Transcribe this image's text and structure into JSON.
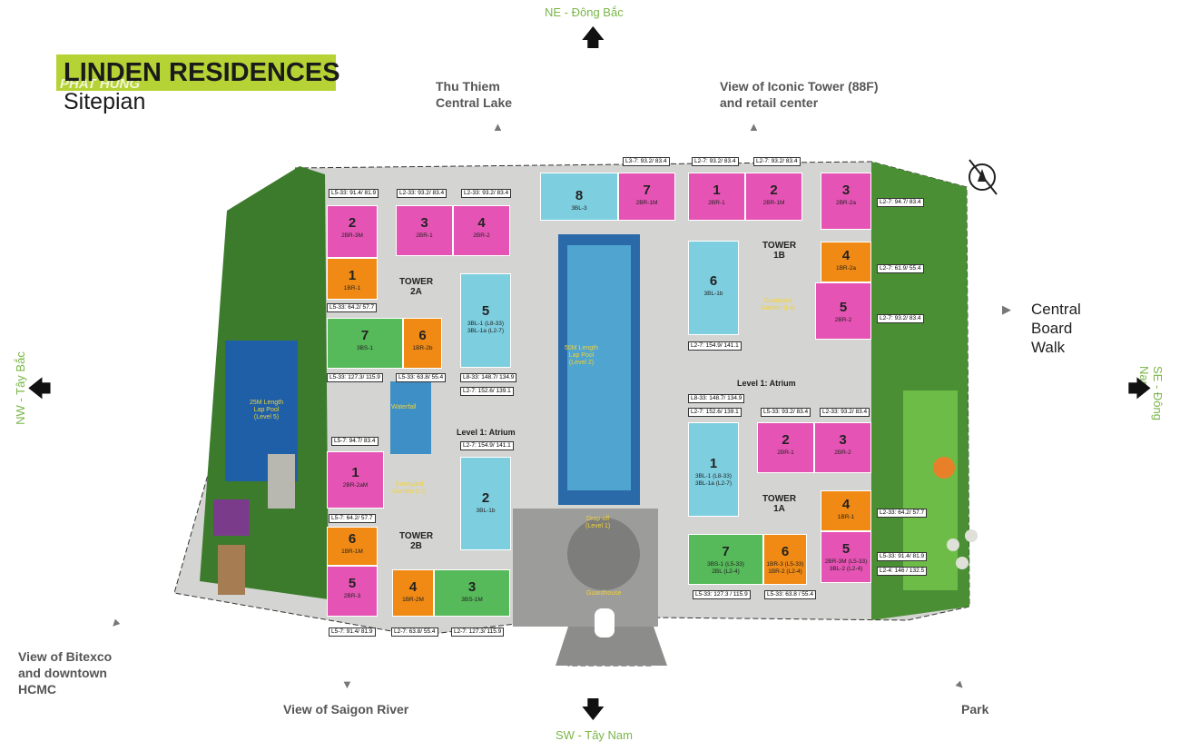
{
  "brand": {
    "watermark": "PHAT HUNG",
    "title": "LINDEN RESIDENCES",
    "subtitle": "Sitepian",
    "accent": "#b5d334"
  },
  "directions": {
    "ne": "NE - Đông Bắc",
    "sw": "SW - Tây Nam",
    "nw": "NW - Tây Bắc",
    "se": "SE - Đông Nam"
  },
  "views": {
    "lake": "Thu Thiem\nCentral Lake",
    "iconic": "View of Iconic Tower (88F)\nand retail center",
    "boardwalk": "Central\nBoard\nWalk",
    "bitexco": "View of Bitexco\nand downtown\nHCMC",
    "river": "View of Saigon River",
    "park": "Park"
  },
  "towers": {
    "t2a": "TOWER\n2A",
    "t2b": "TOWER\n2B",
    "t1b": "TOWER\n1B",
    "t1a": "TOWER\n1A"
  },
  "amenities": {
    "atrium_left": "Level 1: Atrium",
    "atrium_right": "Level 1: Atrium",
    "pool_left": "25M Length\nLap Pool\n(Level 5)",
    "pool_center": "50M Length\nLap Pool\n(Level 2)",
    "waterfall": "Waterfall",
    "courtyard_l5": "Courtyard\nGarden (L5)",
    "courtyard_l4": "Courtyard\nGarden (L4)",
    "dropoff": "Drop-off\n(Level 1)",
    "guardhouse": "Guardhouse"
  },
  "units": [
    {
      "n": "2",
      "t": "2BR-3M",
      "c": "pink"
    },
    {
      "n": "1",
      "t": "1BR-1",
      "c": "orange"
    },
    {
      "n": "3",
      "t": "2BR-1",
      "c": "pink"
    },
    {
      "n": "4",
      "t": "2BR-2",
      "c": "pink"
    },
    {
      "n": "5",
      "t": "3BL-1 (L8-33)\n3BL-1a (L2-7)",
      "c": "blue"
    },
    {
      "n": "7",
      "t": "3BS-1",
      "c": "green"
    },
    {
      "n": "6",
      "t": "1BR-2b",
      "c": "orange"
    },
    {
      "n": "1",
      "t": "2BR-2aM",
      "c": "pink"
    },
    {
      "n": "2",
      "t": "3BL-1b",
      "c": "blue"
    },
    {
      "n": "6",
      "t": "1BR-1M",
      "c": "orange"
    },
    {
      "n": "5",
      "t": "2BR-3",
      "c": "pink"
    },
    {
      "n": "4",
      "t": "1BR-2M",
      "c": "orange"
    },
    {
      "n": "3",
      "t": "3BS-1M",
      "c": "green"
    },
    {
      "n": "8",
      "t": "3BL-3",
      "c": "blue"
    },
    {
      "n": "7",
      "t": "2BR-1M",
      "c": "pink"
    },
    {
      "n": "1",
      "t": "2BR-1",
      "c": "pink"
    },
    {
      "n": "2",
      "t": "2BR-1M",
      "c": "pink"
    },
    {
      "n": "3",
      "t": "2BR-2a",
      "c": "pink"
    },
    {
      "n": "4",
      "t": "1BR-2a",
      "c": "orange"
    },
    {
      "n": "5",
      "t": "2BR-2",
      "c": "pink"
    },
    {
      "n": "6",
      "t": "3BL-1b",
      "c": "blue"
    },
    {
      "n": "1",
      "t": "3BL-1 (L8-33)\n3BL-1a (L2-7)",
      "c": "blue"
    },
    {
      "n": "2",
      "t": "2BR-1",
      "c": "pink"
    },
    {
      "n": "3",
      "t": "2BR-2",
      "c": "pink"
    },
    {
      "n": "4",
      "t": "1BR-1",
      "c": "orange"
    },
    {
      "n": "5",
      "t": "2BR-3M (L5-33)\n3BL-2 (L2-4)",
      "c": "pink"
    },
    {
      "n": "6",
      "t": "1BR-3 (L5-33)\n1BR-2 (L2-4)",
      "c": "orange"
    },
    {
      "n": "7",
      "t": "3BS-1 (L5-33)\n2BL (L2-4)",
      "c": "green"
    }
  ],
  "areas": [
    "L5-33: 91.4/ 81.9",
    "L2-33: 93.2/ 83.4",
    "L2-33: 93.2/ 83.4",
    "L5-33: 64.2/ 57.7",
    "L5-33: 127.3/ 115.9",
    "L5-33: 63.8/ 55.4",
    "L8-33: 148.7/ 134.9",
    "L2-7: 152.6/ 139.1",
    "L5-7: 94.7/ 83.4",
    "L2-7: 154.9/ 141.1",
    "L5-7: 64.2/ 57.7",
    "L5-7: 91.4/ 81.9",
    "L2-7: 63.8/ 55.4",
    "L2-7: 127.3/ 115.9",
    "L3-7: 93.2/ 83.4",
    "L2-7: 93.2/ 83.4",
    "L2-7: 93.2/ 83.4",
    "L2-7: 94.7/ 83.4",
    "L2-7: 61.9/ 55.4",
    "L2-7: 93.2/ 83.4",
    "L2-7: 154.9/ 141.1",
    "L8-33: 148.7/ 134.9",
    "L2-7: 152.6/ 139.1",
    "L5-33: 93.2/ 83.4",
    "L2-33: 93.2/ 83.4",
    "L2-33: 64.2/ 57.7",
    "L5-33: 91.4/ 81.9",
    "L2-4: 146 / 132.5",
    "L5-33: 127.3 / 115.9",
    "L5-33: 63.8 / 55.4"
  ]
}
